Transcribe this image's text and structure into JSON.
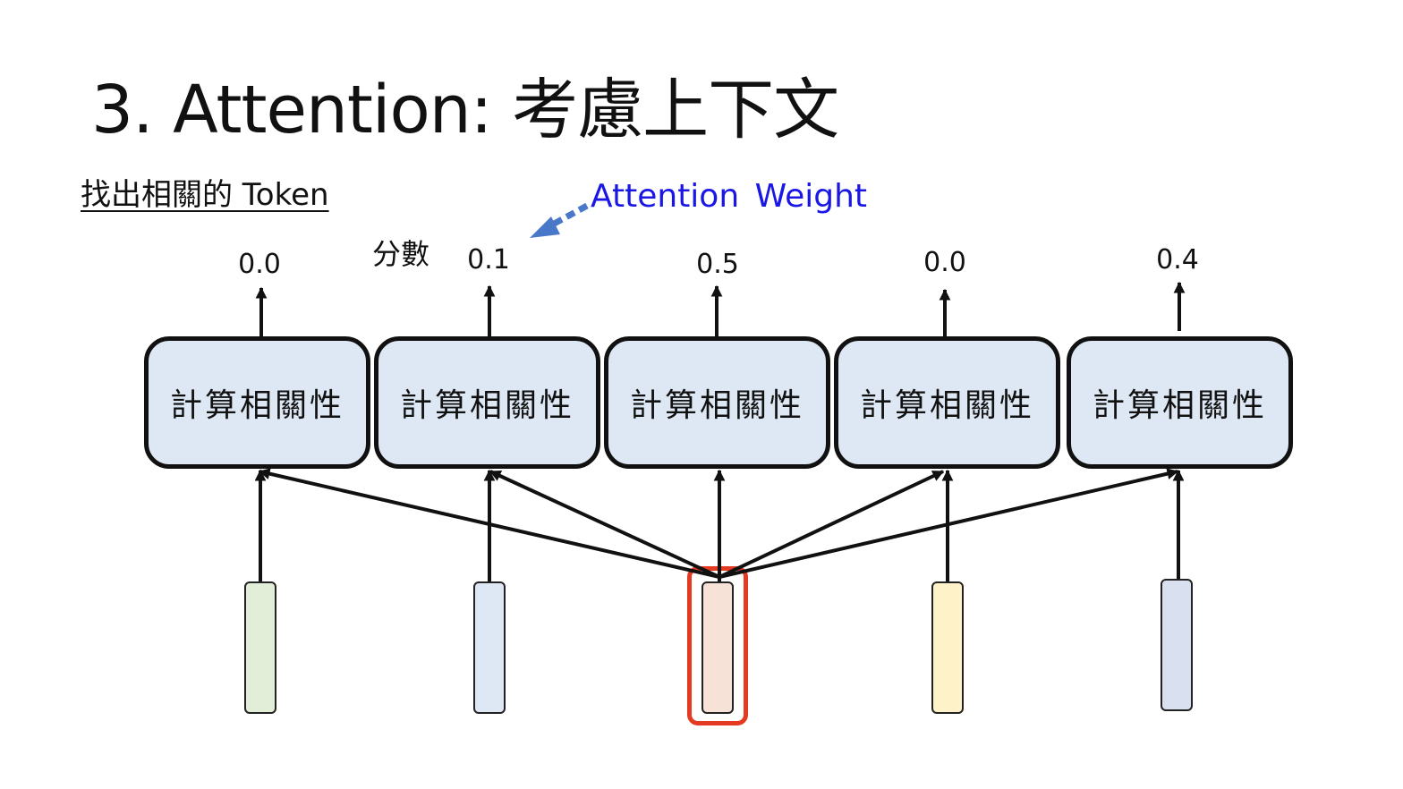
{
  "title": "3. Attention: 考慮上下文",
  "subtitle": "找出相關的 Token",
  "attention_label": "Attention  Weight",
  "score_label": "分數",
  "accent_color": "#1a17e6",
  "dashed_arrow_color": "#4a78c8",
  "highlight_color": "#e43a22",
  "relevance_boxes": [
    {
      "label": "計算相關性",
      "score": "0.0"
    },
    {
      "label": "計算相關性",
      "score": "0.1"
    },
    {
      "label": "計算相關性",
      "score": "0.5"
    },
    {
      "label": "計算相關性",
      "score": "0.0"
    },
    {
      "label": "計算相關性",
      "score": "0.4"
    }
  ],
  "tokens": [
    {
      "color": "#e2eed8"
    },
    {
      "color": "#dde8f4"
    },
    {
      "color": "#f6e2d6",
      "highlighted": true
    },
    {
      "color": "#fdf2c8"
    },
    {
      "color": "#d9e1f0"
    }
  ]
}
